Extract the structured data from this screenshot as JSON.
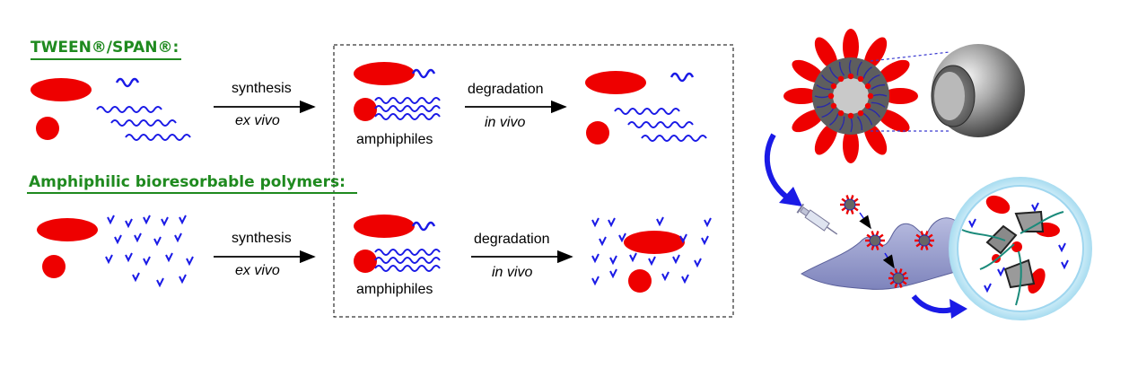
{
  "rows": [
    {
      "heading": "TWEEN®/SPAN®:",
      "step1": {
        "label": "synthesis",
        "sublabel": "ex vivo"
      },
      "product_label": "amphiphiles",
      "step2": {
        "label": "degradation",
        "sublabel": "in vivo"
      }
    },
    {
      "heading": "Amphiphilic bioresorbable polymers:",
      "step1": {
        "label": "synthesis",
        "sublabel": "ex vivo"
      },
      "product_label": "amphiphiles",
      "step2": {
        "label": "degradation",
        "sublabel": "in vivo"
      }
    }
  ],
  "colors": {
    "hydrophilic_head": "#ee0000",
    "hydrophobic_chain": "#1a1ae6",
    "heading_green": "#1f8a1f",
    "cell": "#9a9ed0",
    "nanoparticle_core": "#606060",
    "vesicle_glow": "#c8ecf8"
  },
  "icons": [
    "syringe-icon",
    "nanoparticle-icon",
    "sphere-icon",
    "cell-icon"
  ]
}
